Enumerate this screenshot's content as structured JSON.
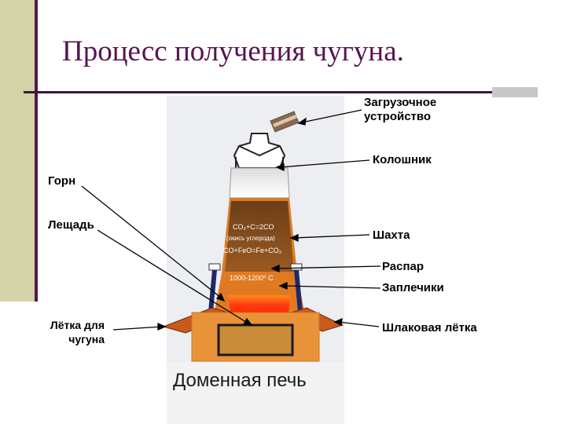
{
  "slide": {
    "title": "Процесс получения чугуна."
  },
  "diagram": {
    "caption": "Доменная печь",
    "formulas": {
      "line1": "CO₂+C=2CO",
      "line2": "(окись углерода)",
      "line3": "CO+FeO=Fe+CO₂",
      "temperature": "1000-1200⁰ C"
    },
    "labels": {
      "zagruzochnoe_1": "Загрузочное",
      "zagruzochnoe_2": "устройство",
      "koloshnik": "Колошник",
      "gorn": "Горн",
      "leshad": "Лещадь",
      "shakhta": "Шахта",
      "raspar": "Распар",
      "zaplechiki": "Заплечики",
      "letka_chuguna_1": "Лётка для",
      "letka_chuguna_2": "чугуна",
      "shlakovaya_letka": "Шлаковая лётка"
    },
    "colors": {
      "title": "#55154f",
      "sidebar": "#d3d3a7",
      "furnace_orange": "#e07a22",
      "charge_brown": "#7a4a1e",
      "hot_zone": "#ff3000"
    }
  }
}
